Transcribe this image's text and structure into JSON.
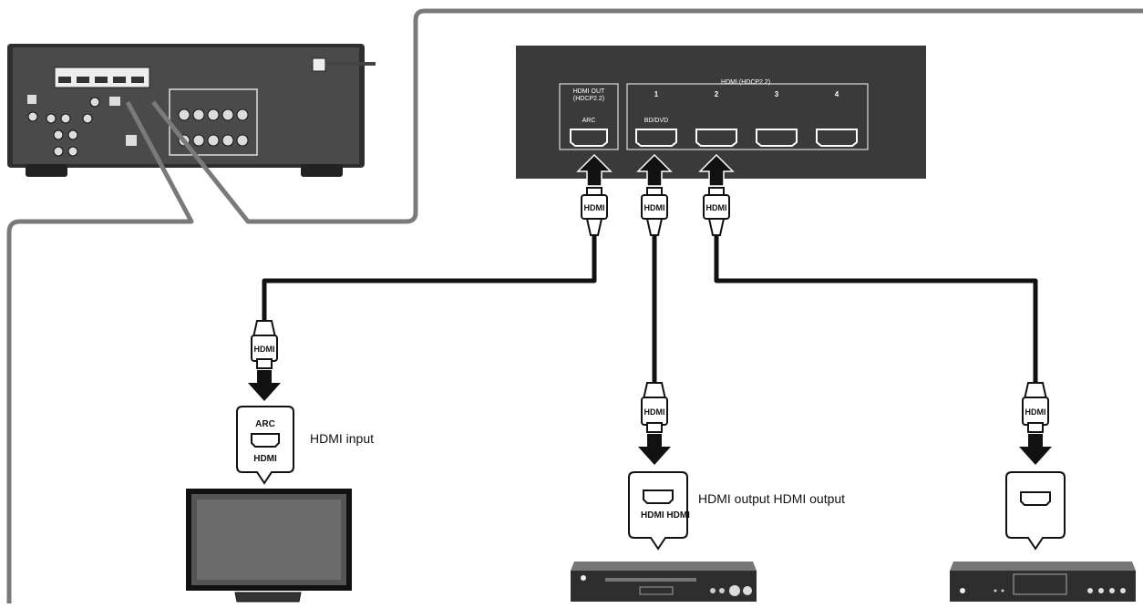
{
  "panel": {
    "hdmi_out_title": "HDMI OUT",
    "hdmi_out_sub": "(HDCP2.2)",
    "arc_small": "ARC",
    "hdmi_in_title": "HDMI",
    "hdmi_in_sub": "(HDCP2.2)",
    "port_numbers": [
      "1",
      "2",
      "3",
      "4"
    ],
    "port1_tag": "BD/DVD"
  },
  "cable_labels": {
    "receiver_side": [
      "HDMI",
      "HDMI",
      "HDMI"
    ],
    "device_side": [
      "HDMI",
      "HDMI",
      "HDMI"
    ]
  },
  "tv": {
    "bubble_arc": "ARC",
    "bubble_hdmi": "HDMI",
    "label": "HDMI input"
  },
  "player1": {
    "bubble_hdmi": "HDMI HDMI",
    "label": "HDMI output HDMI output"
  },
  "player2": {},
  "colors": {
    "panel": "#3a3a3a",
    "receiver_body": "#4a4a4a",
    "line": "#111111",
    "outline": "#7a7a7a"
  }
}
